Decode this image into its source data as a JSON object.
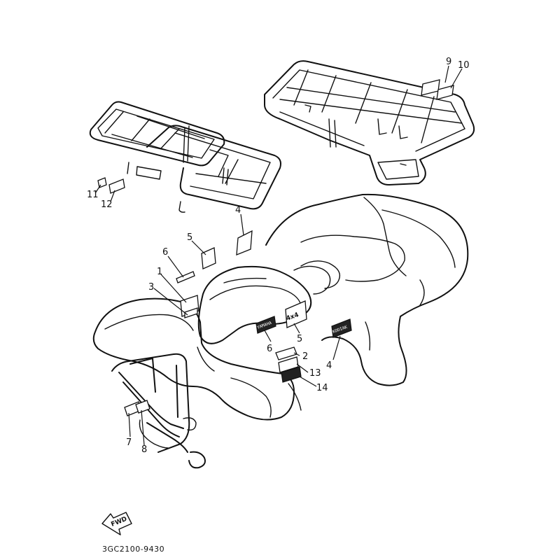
{
  "diagram": {
    "part_code": "3GC2100-9430",
    "direction_label": "FWD",
    "decals": {
      "side_logo_text": "4x4",
      "side_decal_text": "YAMAHA",
      "rear_decal_text": "KODIAK"
    },
    "callouts": [
      {
        "id": "1",
        "label": "1"
      },
      {
        "id": "2",
        "label": "2"
      },
      {
        "id": "3",
        "label": "3"
      },
      {
        "id": "4a",
        "label": "4"
      },
      {
        "id": "4b",
        "label": "4"
      },
      {
        "id": "5a",
        "label": "5"
      },
      {
        "id": "5b",
        "label": "5"
      },
      {
        "id": "6a",
        "label": "6"
      },
      {
        "id": "6b",
        "label": "6"
      },
      {
        "id": "7",
        "label": "7"
      },
      {
        "id": "8",
        "label": "8"
      },
      {
        "id": "9",
        "label": "9"
      },
      {
        "id": "10",
        "label": "10"
      },
      {
        "id": "11",
        "label": "11"
      },
      {
        "id": "12",
        "label": "12"
      },
      {
        "id": "13",
        "label": "13"
      },
      {
        "id": "14",
        "label": "14"
      }
    ]
  }
}
